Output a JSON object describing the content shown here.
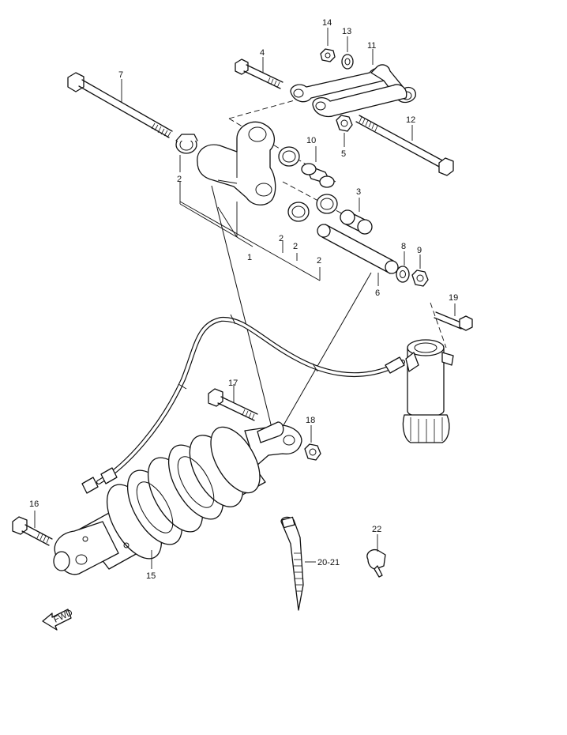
{
  "callouts": {
    "c1": "1",
    "c2a": "2",
    "c2b": "2",
    "c2c": "2",
    "c2d": "2",
    "c3": "3",
    "c4": "4",
    "c5": "5",
    "c6": "6",
    "c7": "7",
    "c8": "8",
    "c9": "9",
    "c10": "10",
    "c11": "11",
    "c12": "12",
    "c13": "13",
    "c14": "14",
    "c15": "15",
    "c16": "16",
    "c17": "17",
    "c18": "18",
    "c19": "19",
    "c20": "20-21",
    "c22": "22"
  },
  "direction_badge": {
    "label": "FWD"
  }
}
